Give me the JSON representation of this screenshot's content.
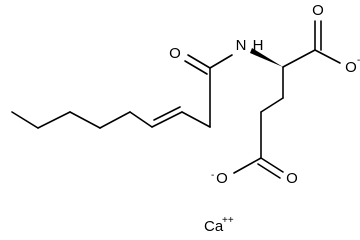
{
  "molecule": {
    "atoms": {
      "amide_o": "O",
      "amide_n": "N",
      "amide_h": "H",
      "acid_o_top": "O",
      "acid_o_right": "O",
      "acid_o_right_charge": "-",
      "side_o_left": "O",
      "side_o_left_charge": "-",
      "side_o_right": "O"
    },
    "counterion": {
      "symbol": "Ca",
      "charge": "++"
    }
  }
}
